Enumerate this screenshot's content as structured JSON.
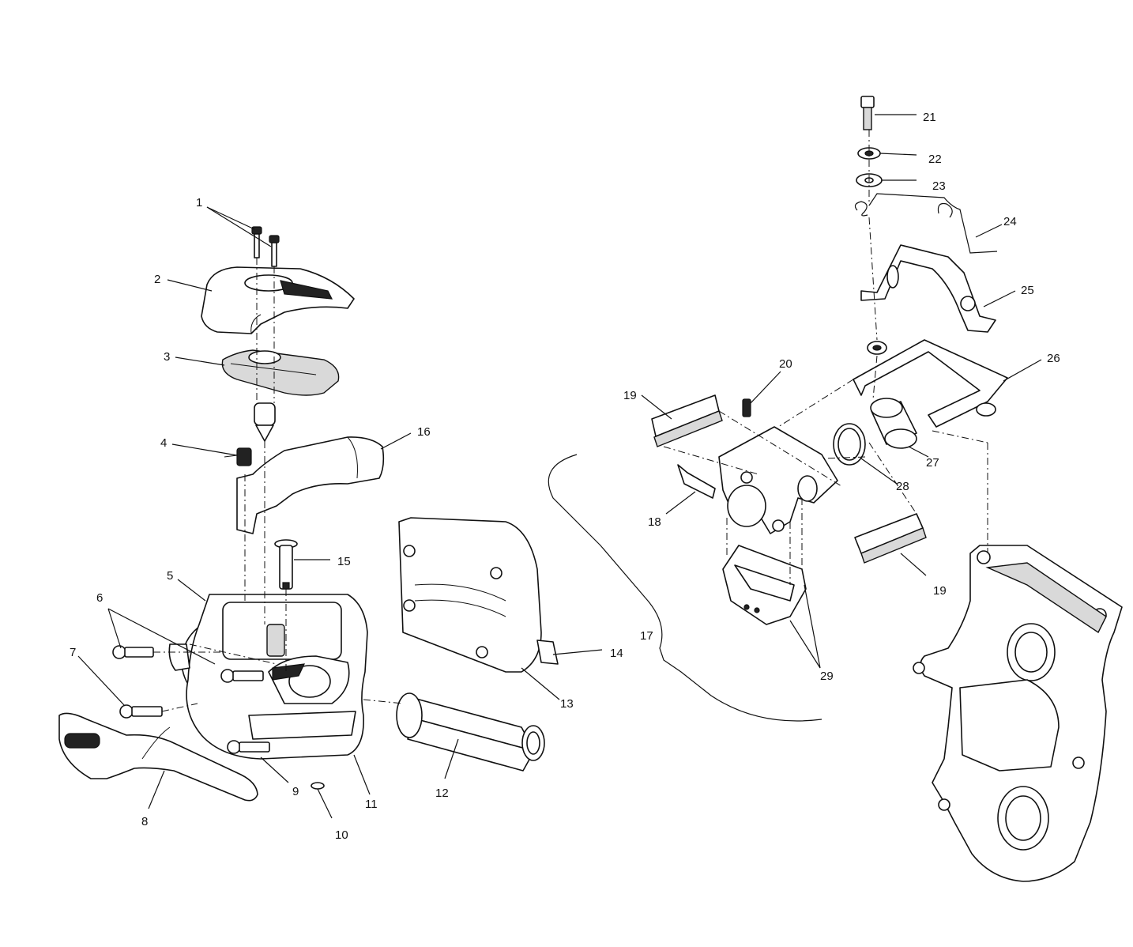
{
  "callouts": [
    "1",
    "2",
    "3",
    "4",
    "5",
    "6",
    "7",
    "8",
    "9",
    "10",
    "11",
    "12",
    "13",
    "14",
    "15",
    "16",
    "17",
    "18",
    "19",
    "19",
    "20",
    "21",
    "22",
    "23",
    "24",
    "25",
    "26",
    "27",
    "28",
    "29"
  ]
}
